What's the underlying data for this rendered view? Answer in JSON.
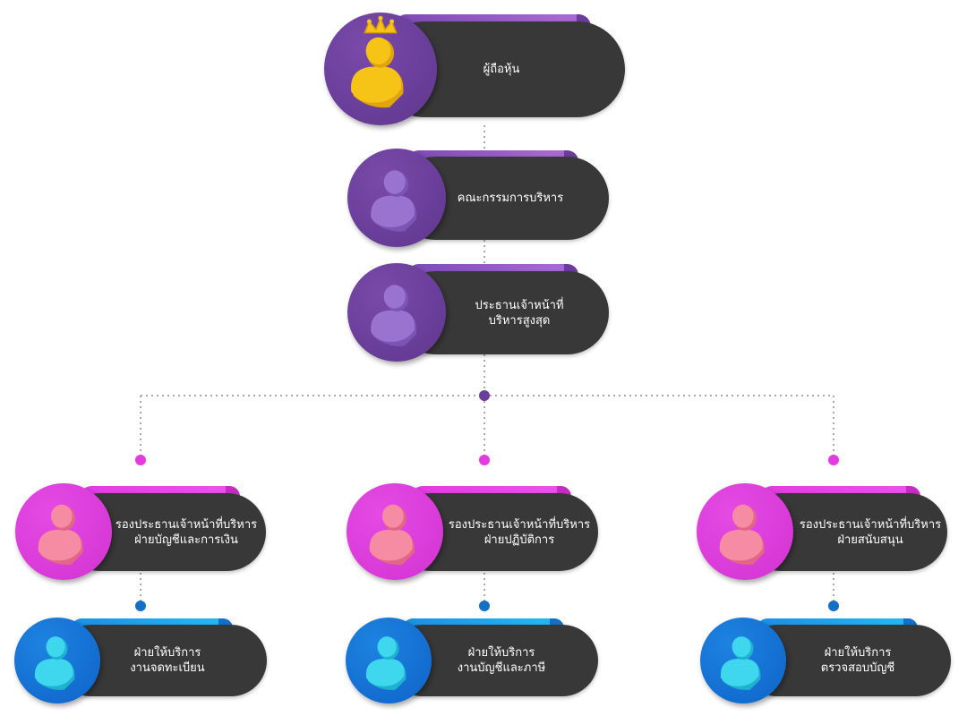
{
  "org_chart": {
    "nodes": [
      {
        "id": "shareholders",
        "lines": [
          "ผู้ถือหุ้น"
        ],
        "theme": "purple",
        "icon": "crowned-person-icon"
      },
      {
        "id": "board",
        "lines": [
          "คณะกรรมการบริหาร"
        ],
        "theme": "purple",
        "icon": "person-icon"
      },
      {
        "id": "ceo",
        "lines": [
          "ประธานเจ้าหน้าที่",
          "บริหารสูงสุด"
        ],
        "theme": "purple",
        "icon": "person-icon"
      },
      {
        "id": "vp-finance",
        "lines": [
          "รองประธานเจ้าหน้าที่บริหาร",
          "ฝ่ายบัญชีและการเงิน"
        ],
        "theme": "magenta",
        "icon": "person-icon"
      },
      {
        "id": "vp-operations",
        "lines": [
          "รองประธานเจ้าหน้าที่บริหาร",
          "ฝ่ายปฏิบัติการ"
        ],
        "theme": "magenta",
        "icon": "person-icon"
      },
      {
        "id": "vp-support",
        "lines": [
          "รองประธานเจ้าหน้าที่บริหาร",
          "ฝ่ายสนับสนุน"
        ],
        "theme": "magenta",
        "icon": "person-icon"
      },
      {
        "id": "svc-registration",
        "lines": [
          "ฝ่ายให้บริการ",
          "งานจดทะเบียน"
        ],
        "theme": "blue",
        "icon": "person-icon"
      },
      {
        "id": "svc-accounting-tax",
        "lines": [
          "ฝ่ายให้บริการ",
          "งานบัญชีและภาษี"
        ],
        "theme": "blue",
        "icon": "person-icon"
      },
      {
        "id": "svc-audit",
        "lines": [
          "ฝ่ายให้บริการ",
          "ตรวจสอบบัญชี"
        ],
        "theme": "blue",
        "icon": "person-icon"
      }
    ],
    "edges": [
      [
        "shareholders",
        "board"
      ],
      [
        "board",
        "ceo"
      ],
      [
        "ceo",
        "vp-finance"
      ],
      [
        "ceo",
        "vp-operations"
      ],
      [
        "ceo",
        "vp-support"
      ],
      [
        "vp-finance",
        "svc-registration"
      ],
      [
        "vp-operations",
        "svc-accounting-tax"
      ],
      [
        "vp-support",
        "svc-audit"
      ]
    ],
    "colors": {
      "purple": "#6a3d9a",
      "magenta": "#e23be0",
      "blue": "#1370c6",
      "pill": "#383838",
      "connector": "#a9a9a9",
      "person_gold": "#f6c416",
      "person_lavender": "#9a72d0",
      "person_pink": "#f58ca4",
      "person_cyan": "#3fd7ee"
    }
  }
}
